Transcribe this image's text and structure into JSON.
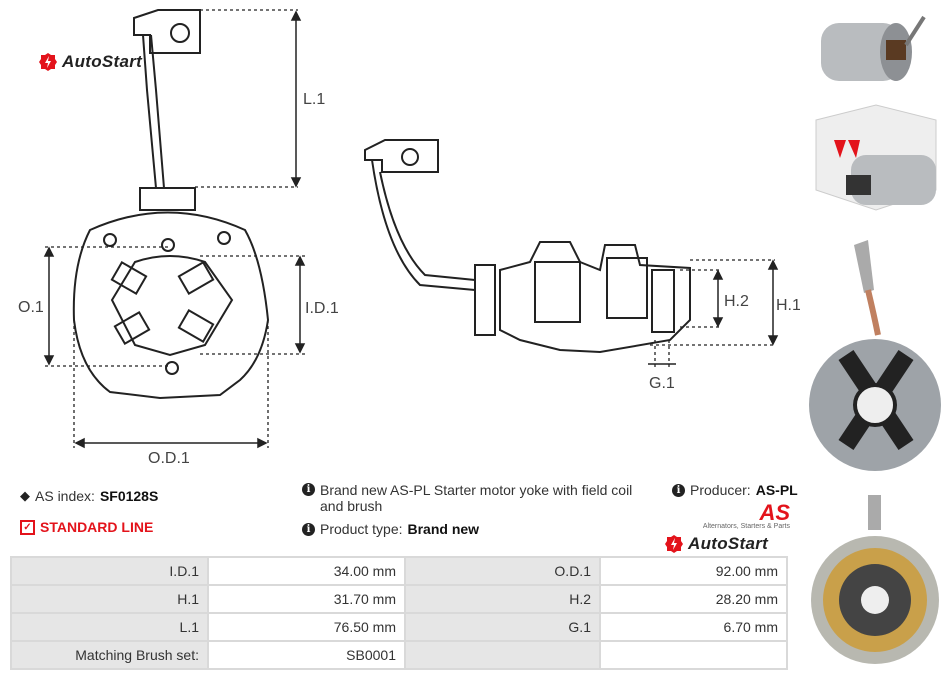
{
  "diagram": {
    "labels": {
      "l1": "L.1",
      "o1": "O.1",
      "id1": "I.D.1",
      "od1": "O.D.1",
      "h1": "H.1",
      "h2": "H.2",
      "g1": "G.1"
    }
  },
  "branding": {
    "watermark": "AutoStart",
    "as_tagline": "Alternators, Starters & Parts",
    "as_mark": "AS"
  },
  "info": {
    "as_index_label": "AS index:",
    "as_index_value": "SF0128S",
    "line": "STANDARD LINE",
    "description": "Brand new AS-PL Starter motor yoke with field coil and brush",
    "producer_label": "Producer:",
    "producer_value": "AS-PL",
    "product_type_label": "Product type:",
    "product_type_value": "Brand new"
  },
  "specs": [
    [
      {
        "label": "I.D.1",
        "value": "34.00 mm"
      },
      {
        "label": "O.D.1",
        "value": "92.00 mm"
      }
    ],
    [
      {
        "label": "H.1",
        "value": "31.70 mm"
      },
      {
        "label": "H.2",
        "value": "28.20 mm"
      }
    ],
    [
      {
        "label": "L.1",
        "value": "76.50 mm"
      },
      {
        "label": "G.1",
        "value": "6.70 mm"
      }
    ],
    [
      {
        "label": "Matching Brush set:",
        "value": "SB0001"
      },
      {
        "label": "",
        "value": ""
      }
    ]
  ],
  "colors": {
    "accent": "#e3131b",
    "label_bg": "#e6e6e6",
    "border": "#d9d9d9"
  }
}
